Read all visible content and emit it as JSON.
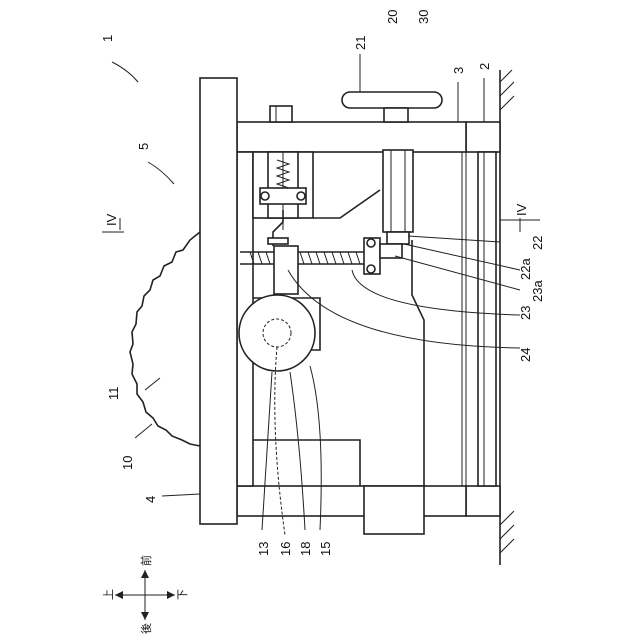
{
  "figure": {
    "labels": {
      "l1": "1",
      "l2": "2",
      "l3": "3",
      "l4": "4",
      "l5": "5",
      "l10": "10",
      "l11": "11",
      "l13": "13",
      "l15": "15",
      "l16": "16",
      "l18": "18",
      "l20": "20",
      "l21": "21",
      "l22": "22",
      "l22a": "22a",
      "l23": "23",
      "l23a": "23a",
      "l24": "24",
      "l30": "30",
      "sec_left": "IV",
      "sec_right": "IV"
    },
    "directions": {
      "up": "上",
      "down": "下",
      "front": "前",
      "back": "後"
    }
  }
}
